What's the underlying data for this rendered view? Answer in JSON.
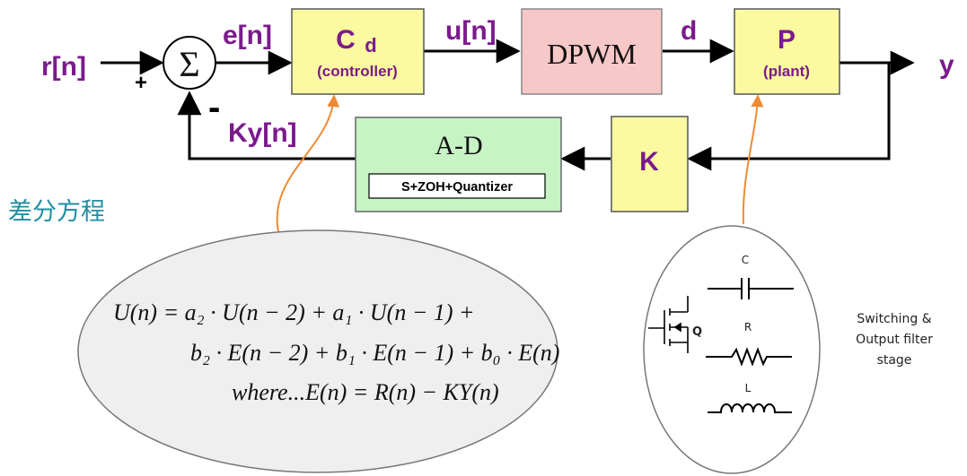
{
  "colors": {
    "signal_text": "#7b1a8c",
    "yellow_box": "#fbfaa0",
    "pink_box": "#f7c8c8",
    "green_box": "#c8f3c4",
    "ellipse_fill": "#efefef",
    "arrow_orange": "#f08a32",
    "chinese_text": "#1f8fa3"
  },
  "signals": {
    "r": "r[n]",
    "e": "e[n]",
    "u": "u[n]",
    "d": "d",
    "y": "y",
    "ky": "Ky[n]",
    "plus": "+",
    "minus": "-",
    "sum_symbol": "Σ"
  },
  "blocks": {
    "controller": {
      "title": "C",
      "subscript": "d",
      "subtitle": "(controller)"
    },
    "dpwm": {
      "title": "DPWM"
    },
    "plant": {
      "title": "P",
      "subtitle": "(plant)"
    },
    "adc": {
      "title": "A-D",
      "subtitle": "S+ZOH+Quantizer"
    },
    "gain": {
      "title": "K"
    }
  },
  "label_chinese": "差分方程",
  "equation": {
    "line1": "U(n) = a₂ · U(n − 2) + a₁ · U(n − 1) +",
    "line2": "b₂ · E(n − 2) + b₁ · E(n − 1) + b₀ · E(n)",
    "line3": "where...E(n) = R(n) − KY(n)"
  },
  "circuit": {
    "c_label": "C",
    "r_label": "R",
    "l_label": "L",
    "q_label": "Q",
    "stage_line1": "Switching &",
    "stage_line2": "Output filter",
    "stage_line3": "stage"
  }
}
